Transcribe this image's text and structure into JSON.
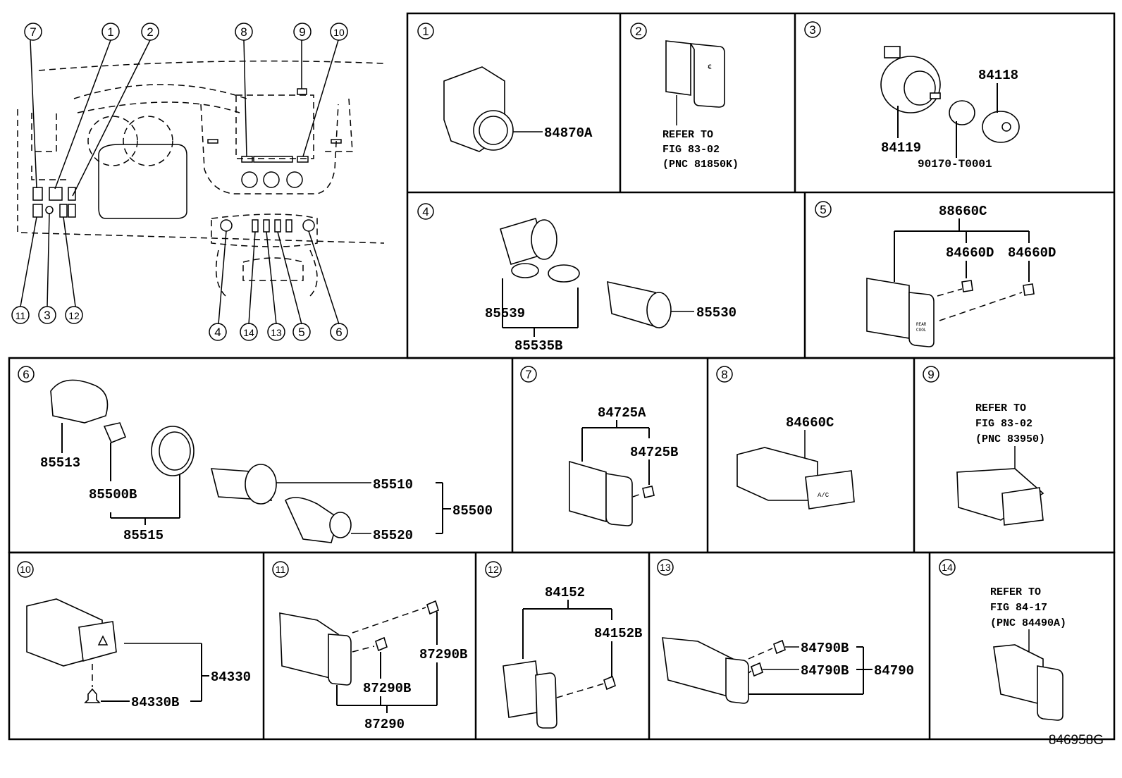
{
  "figure_id": "846958G",
  "overview": {
    "callouts_top": [
      "7",
      "1",
      "2",
      "8",
      "9",
      "10"
    ],
    "callouts_bottom": [
      "11",
      "3",
      "12",
      "4",
      "14",
      "13",
      "5",
      "6"
    ]
  },
  "panels": [
    {
      "num": "1",
      "parts": [
        "84870A"
      ]
    },
    {
      "num": "2",
      "refer": [
        "REFER TO",
        "FIG 83-02",
        "(PNC 81850K)"
      ]
    },
    {
      "num": "3",
      "parts": [
        "84118",
        "84119",
        "90170-T0001"
      ]
    },
    {
      "num": "4",
      "parts": [
        "85539",
        "85535B",
        "85530"
      ]
    },
    {
      "num": "5",
      "parts": [
        "88660C",
        "84660D",
        "84660D"
      ],
      "switch_label": [
        "REAR",
        "COOL"
      ]
    },
    {
      "num": "6",
      "parts": [
        "85513",
        "85500B",
        "85515",
        "85510",
        "85500",
        "85520"
      ]
    },
    {
      "num": "7",
      "parts": [
        "84725A",
        "84725B"
      ]
    },
    {
      "num": "8",
      "parts": [
        "84660C"
      ],
      "switch_label": "A/C"
    },
    {
      "num": "9",
      "refer": [
        "REFER TO",
        "FIG 83-02",
        "(PNC 83950)"
      ]
    },
    {
      "num": "10",
      "parts": [
        "84330",
        "84330B"
      ]
    },
    {
      "num": "11",
      "parts": [
        "87290B",
        "87290B",
        "87290"
      ]
    },
    {
      "num": "12",
      "parts": [
        "84152",
        "84152B"
      ]
    },
    {
      "num": "13",
      "parts": [
        "84790B",
        "84790B",
        "84790"
      ]
    },
    {
      "num": "14",
      "refer": [
        "REFER TO",
        "FIG 84-17",
        "(PNC 84490A)"
      ]
    }
  ]
}
